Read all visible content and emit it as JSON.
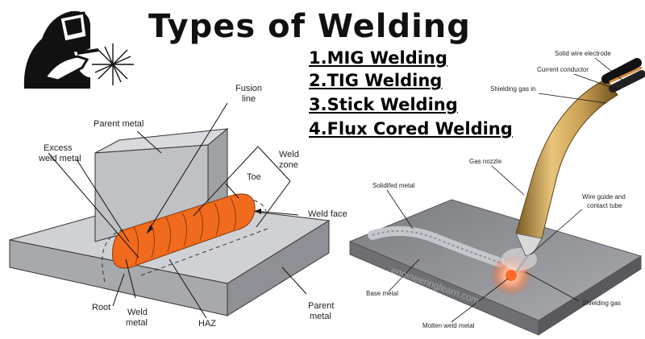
{
  "title": "Types of Welding",
  "types": [
    "1.MIG Welding",
    "2.TIG Welding",
    "3.Stick Welding",
    "4.Flux Cored Welding"
  ],
  "joint_labels": {
    "parent_metal_top": "Parent metal",
    "fusion_line_1": "Fusion",
    "fusion_line_2": "line",
    "excess_1": "Excess",
    "excess_2": "weld metal",
    "weld_zone_1": "Weld",
    "weld_zone_2": "zone",
    "toe": "Toe",
    "weld_face": "Weld face",
    "root": "Root",
    "weld_metal_1": "Weld",
    "weld_metal_2": "metal",
    "haz": "HAZ",
    "parent_metal_bottom_1": "Parent",
    "parent_metal_bottom_2": "metal"
  },
  "mig_labels": {
    "solid_wire": "Solid wire electrode",
    "current_conductor": "Current conductor",
    "shielding_gas_in": "Shielding gas in",
    "gas_nozzle": "Gas nozzle",
    "solidified_metal": "Solidifed metal",
    "wire_guide_1": "Wire guide and",
    "wire_guide_2": "contact tube",
    "base_metal": "Base metal",
    "shielding_gas": "Shielding gas",
    "molten_weld_metal": "Molten weld metal",
    "watermark": "engineeringlearn.com"
  },
  "colors": {
    "bead": "#f26b1d",
    "bead_dark": "#c84e0c",
    "plate": "#c9cbd0",
    "torch": "#c9a25a"
  }
}
